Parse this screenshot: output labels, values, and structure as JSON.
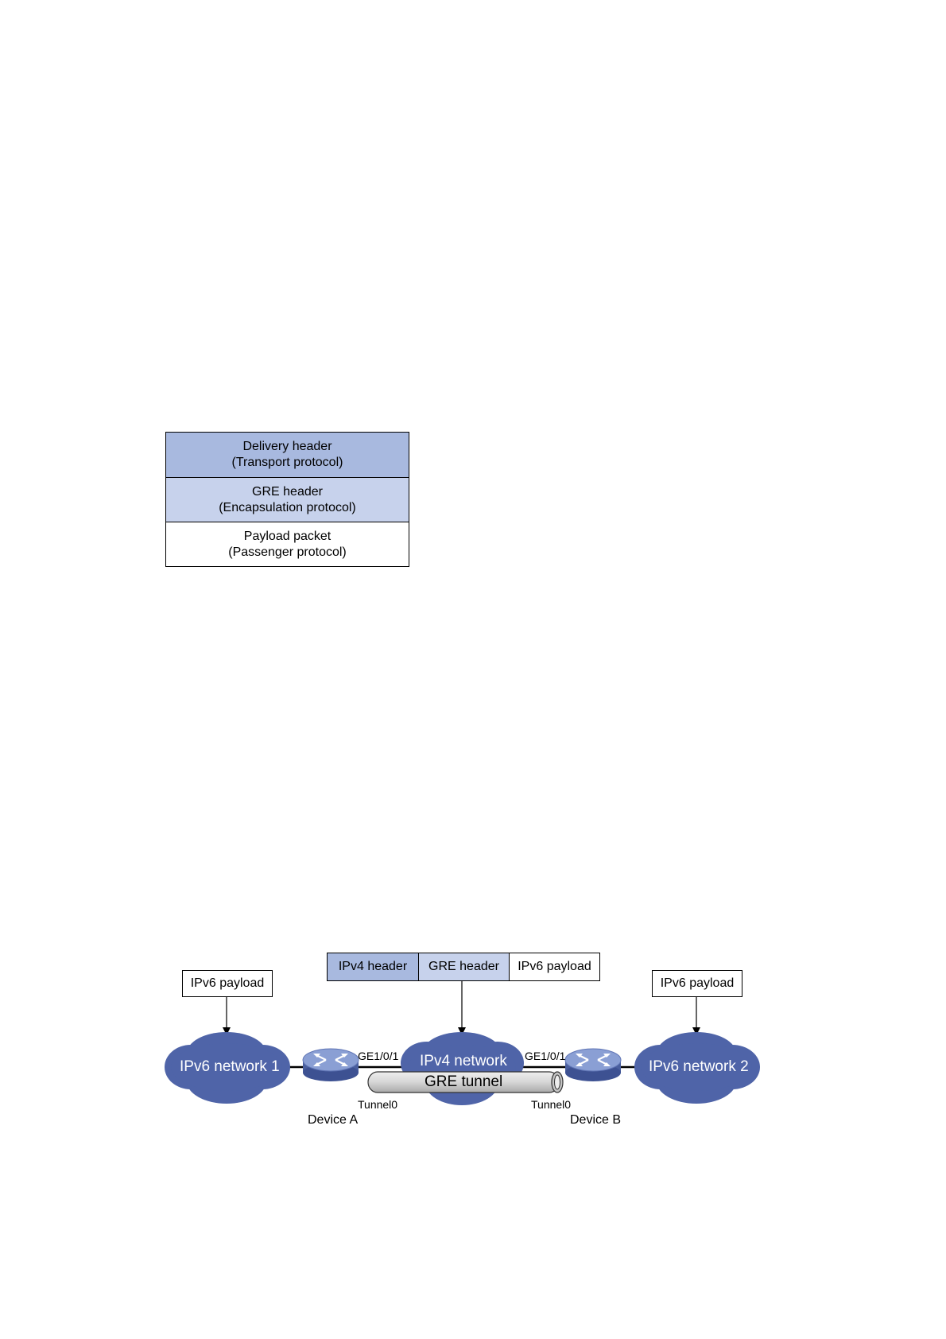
{
  "figure1": {
    "layers": [
      {
        "line1": "Delivery header",
        "line2": "(Transport protocol)"
      },
      {
        "line1": "GRE header",
        "line2": "(Encapsulation protocol)"
      },
      {
        "line1": "Payload packet",
        "line2": "(Passenger protocol)"
      }
    ]
  },
  "figure2": {
    "packet_headers": [
      "IPv4 header",
      "GRE header",
      "IPv6 payload"
    ],
    "left_payload": "IPv6 payload",
    "right_payload": "IPv6 payload",
    "clouds": {
      "left": "IPv6 network 1",
      "center": "IPv4 network",
      "right": "IPv6 network 2"
    },
    "tunnel_label": "GRE tunnel",
    "interfaces": {
      "device_a_ge": "GE1/0/1",
      "device_b_ge": "GE1/0/1",
      "device_a_tunnel": "Tunnel0",
      "device_b_tunnel": "Tunnel0"
    },
    "devices": {
      "a": "Device A",
      "b": "Device B"
    },
    "colors": {
      "cloud": "#4f64a8",
      "router_top": "#8a9fd4",
      "router_side": "#4a5f9e",
      "tunnel": "#d4d4d4",
      "delivery_fill": "#a8b9df",
      "gre_fill": "#c7d2ec"
    }
  }
}
